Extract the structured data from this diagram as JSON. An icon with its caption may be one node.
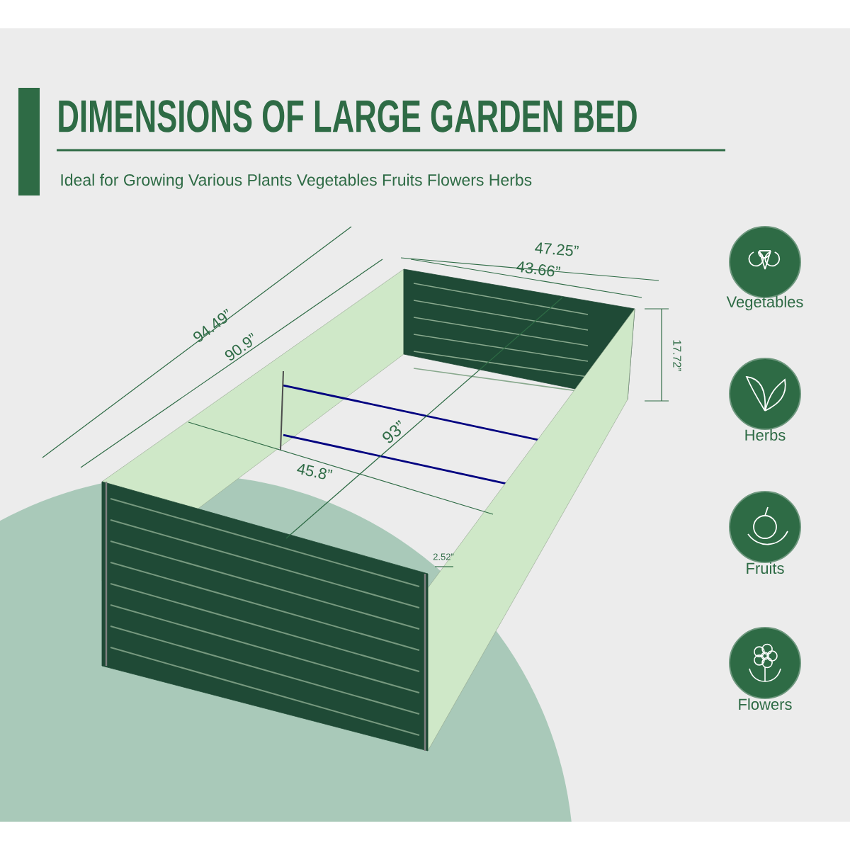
{
  "diagram": {
    "title": "DIMENSIONS OF LARGE GARDEN BED",
    "nodes": [
      {
        "text": [
          "Vegetables"
        ]
      },
      {
        "text": [
          "Herbs"
        ]
      },
      {
        "text": [
          "Fruits"
        ]
      },
      {
        "text": [
          "Flowers"
        ]
      }
    ],
    "labels": [
      "Ideal for Growing Various Plants Vegetables Fruits Flowers Herbs",
      "94.49”",
      "90.9”",
      "47.25”",
      "43.66”",
      "17.72”",
      "93”",
      "45.8”",
      "2.52”"
    ]
  }
}
